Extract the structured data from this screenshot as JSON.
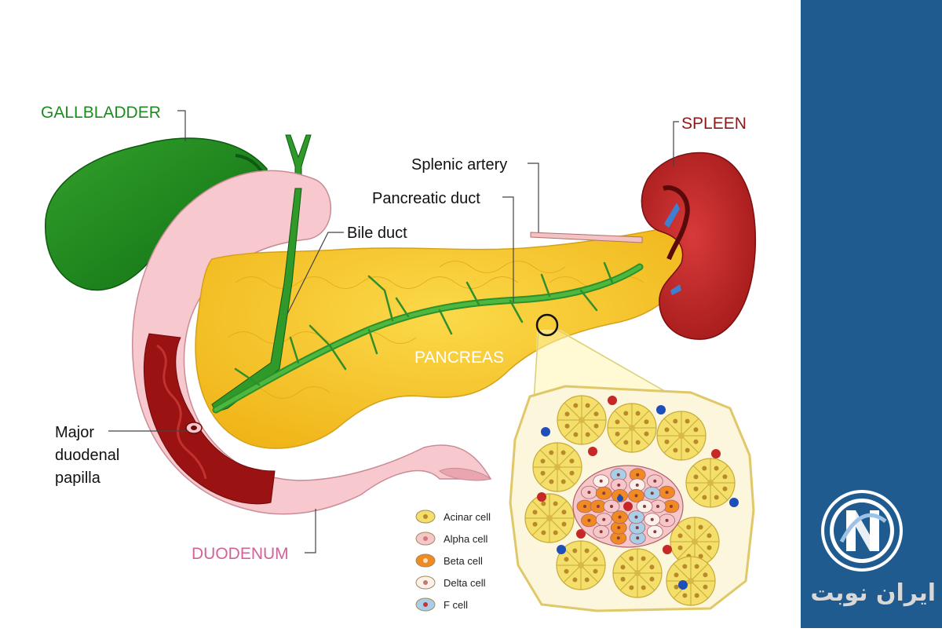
{
  "labels": {
    "gallbladder": "GALLBLADDER",
    "spleen": "SPLEEN",
    "splenic_artery": "Splenic artery",
    "pancreatic_duct": "Pancreatic duct",
    "bile_duct": "Bile duct",
    "pancreas": "PANCREAS",
    "papilla_line1": "Major",
    "papilla_line2": "duodenal",
    "papilla_line3": "papilla",
    "duodenum": "DUODENUM"
  },
  "legend": [
    {
      "label": "Acinar  cell",
      "fill": "#f3df6a",
      "nucleus": "#b98a2a"
    },
    {
      "label": "Alpha cell",
      "fill": "#f6c7c9",
      "nucleus": "#d07a7a"
    },
    {
      "label": "Beta cell",
      "fill": "#f08a23",
      "nucleus": "#fbe3c0"
    },
    {
      "label": "Delta cell",
      "fill": "#fbf0ea",
      "nucleus": "#c47a6a"
    },
    {
      "label": "F cell",
      "fill": "#a9cfe8",
      "nucleus": "#cc3333"
    }
  ],
  "brand": {
    "name": "ایران نوبت",
    "logo_icon": "letter-n-circle-logo"
  },
  "colors": {
    "gallbladder": "#1f8a1f",
    "spleen_label": "#8b1a1a",
    "duodenum_label": "#d0639a",
    "pancreas_label": "#ffffff",
    "pancreas": "#f5c32a",
    "duodenum": "#f7c9cf",
    "sidebar": "#1f5b8f"
  }
}
